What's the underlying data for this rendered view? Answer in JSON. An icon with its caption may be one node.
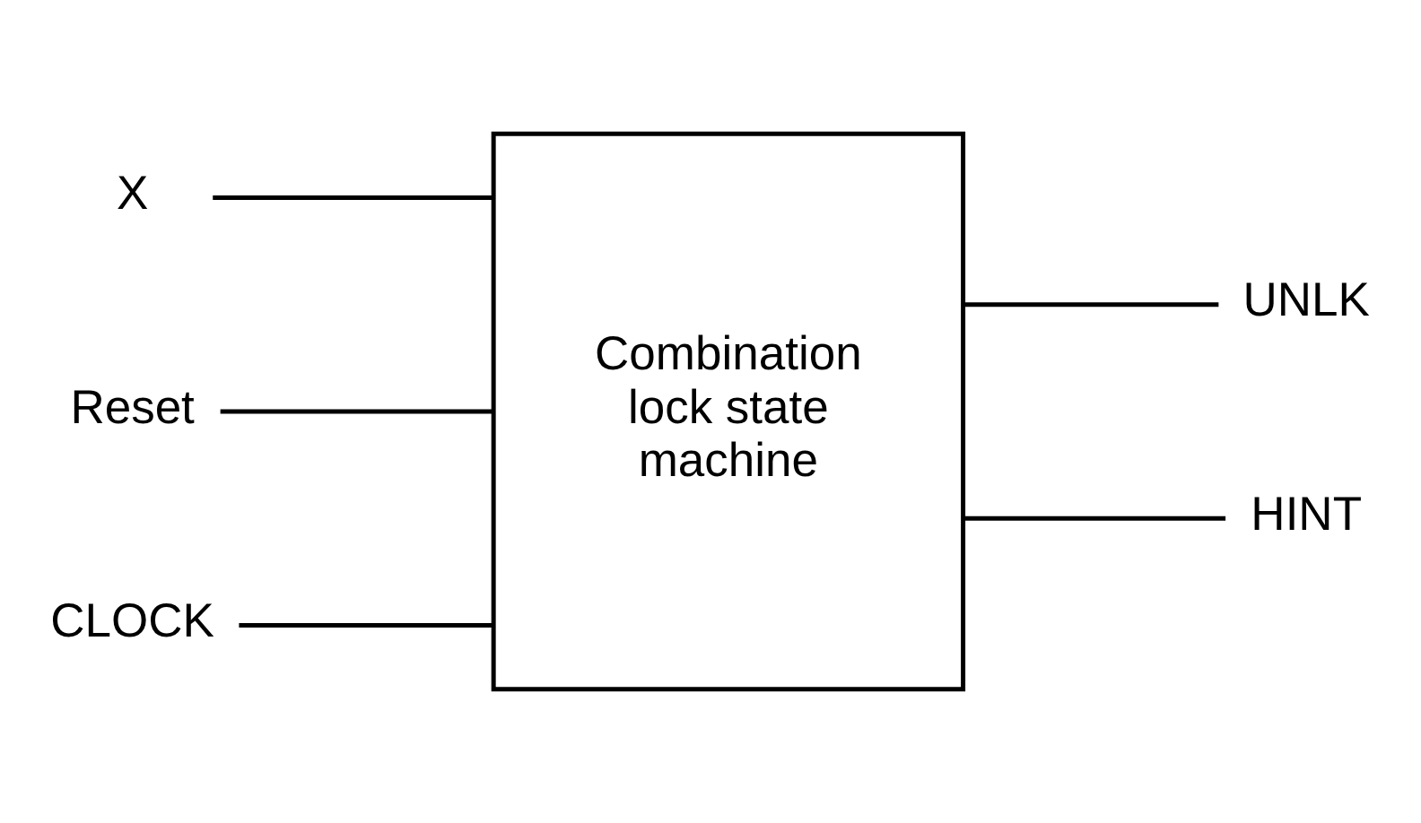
{
  "diagram": {
    "nodes": [
      {
        "text": [
          "X"
        ]
      },
      {
        "text": [
          "Reset"
        ]
      },
      {
        "text": [
          "CLOCK"
        ]
      },
      {
        "text": [
          "Combination lock state machine"
        ]
      },
      {
        "text": [
          "UNLK"
        ]
      },
      {
        "text": [
          "HINT"
        ]
      }
    ],
    "edges": [
      {
        "from": 0,
        "to": 3,
        "arrow": "none"
      },
      {
        "from": 1,
        "to": 3,
        "arrow": "none"
      },
      {
        "from": 2,
        "to": 3,
        "arrow": "none"
      },
      {
        "from": 3,
        "to": 4,
        "arrow": "none"
      },
      {
        "from": 3,
        "to": 5,
        "arrow": "none"
      }
    ]
  }
}
